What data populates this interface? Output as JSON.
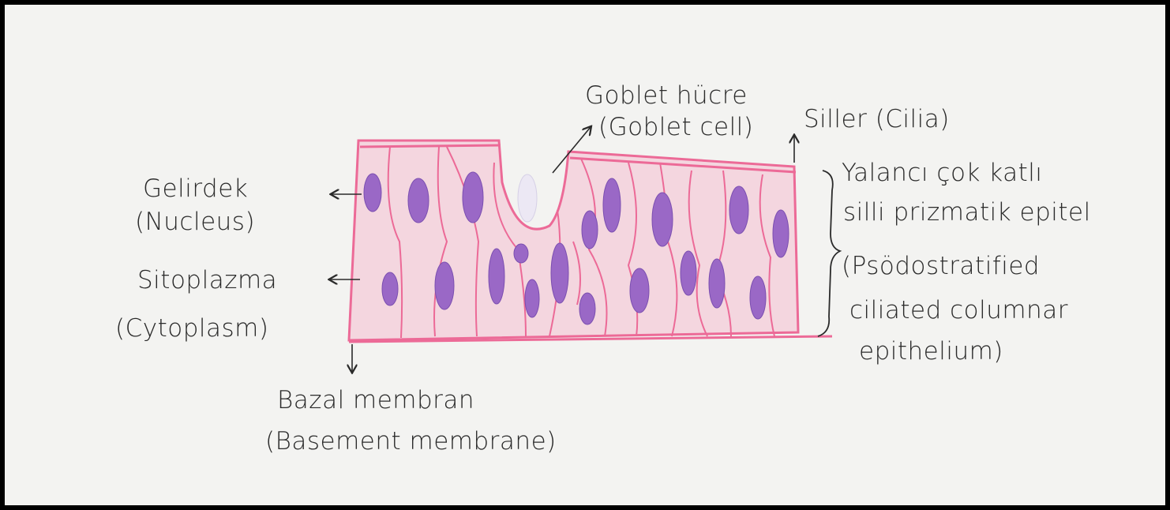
{
  "labels": {
    "goblet_tr": "Goblet hücre",
    "goblet_en": "(Goblet cell)",
    "cilia": "Siller (Cilia)",
    "nucleus_tr": "Gelirdek",
    "nucleus_en": "(Nucleus)",
    "cytoplasm_tr": "Sitoplazma",
    "cytoplasm_en": "(Cytoplasm)",
    "basal_tr": "Bazal membran",
    "basal_en": "(Basement membrane)",
    "epithelium_tr_1": "Yalancı çok katlı",
    "epithelium_tr_2": "silli prizmatik epitel",
    "epithelium_en_1": "(Psödostratified",
    "epithelium_en_2": "ciliated columnar",
    "epithelium_en_3": "epithelium)"
  },
  "colors": {
    "paper": "#f3f3f1",
    "frame": "#000000",
    "cell_fill": "#f4d6df",
    "membrane": "#ec6a97",
    "nucleus": "#9a68c6",
    "ink": "#2a2a2a"
  }
}
